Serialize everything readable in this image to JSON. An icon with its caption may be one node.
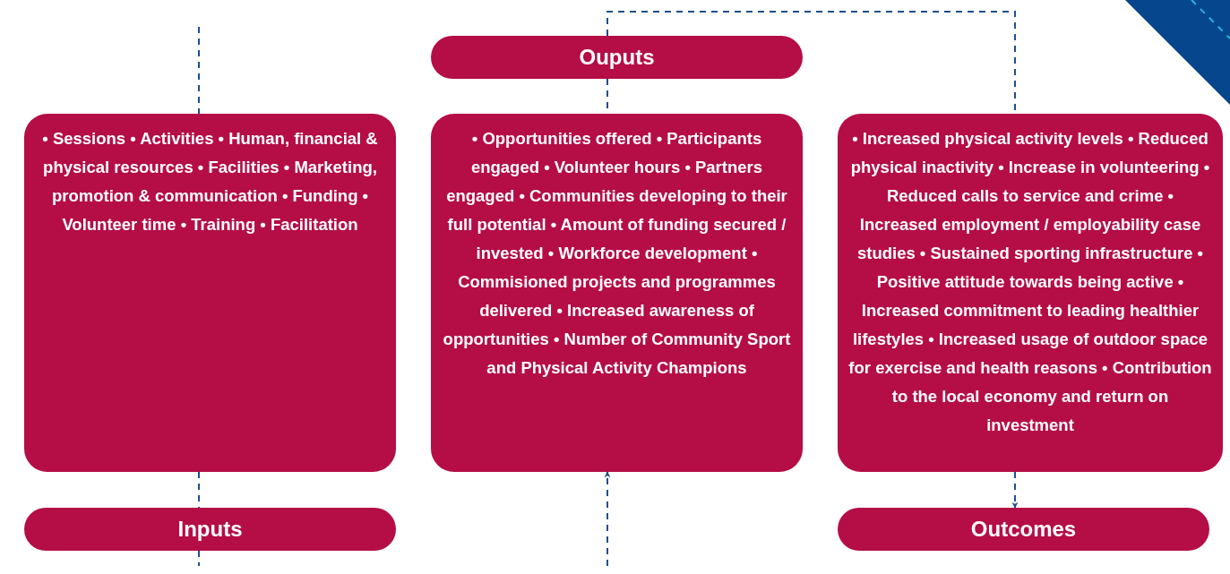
{
  "diagram": {
    "nodes": [
      {
        "text": [
          "Ouputs"
        ]
      },
      {
        "text": [
          "• Sessions • Activities • Human, financial & physical resources • Facilities • Marketing, promotion & communication • Funding • Volunteer time • Training • Facilitation"
        ]
      },
      {
        "text": [
          "• Opportunities offered • Participants engaged • Volunteer hours • Partners engaged • Communities developing to their full potential • Amount of funding secured / invested • Workforce development • Commisioned projects and programmes delivered • Increased awareness of opportunities • Number of Community Sport and Physical Activity Champions"
        ]
      },
      {
        "text": [
          "• Increased physical activity levels • Reduced physical inactivity • Increase in volunteering • Reduced calls to service and crime • Increased employment / employability case studies • Sustained sporting infrastructure • Positive attitude towards being active • Increased commitment to leading healthier lifestyles • Increased usage of outdoor space for exercise and health reasons • Contribution to the local economy and return on investment"
        ]
      },
      {
        "text": [
          "Inputs"
        ]
      },
      {
        "text": [
          "Outcomes"
        ]
      }
    ],
    "edges": [
      {
        "from": null,
        "to": 1,
        "arrow": "none",
        "style": "dashed"
      },
      {
        "from": 1,
        "to": 4,
        "arrow": "none",
        "style": "dashed"
      },
      {
        "from": 4,
        "to": null,
        "arrow": "none",
        "style": "dashed"
      },
      {
        "from": 0,
        "to": 2,
        "arrow": "none",
        "style": "dashed"
      },
      {
        "from": 0,
        "to": 3,
        "arrow": "none",
        "style": "dashed"
      },
      {
        "from": 3,
        "to": 5,
        "arrow": "to",
        "style": "dashed"
      },
      {
        "from": null,
        "to": 2,
        "arrow": "to",
        "style": "dashed"
      }
    ]
  }
}
